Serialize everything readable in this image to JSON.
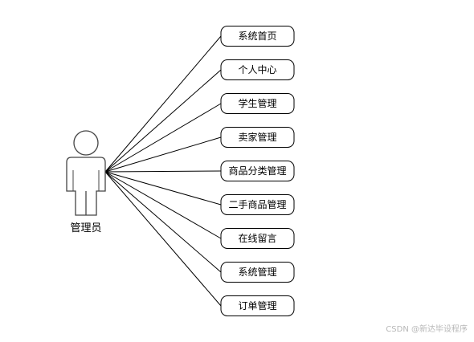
{
  "actor": {
    "label": "管理员",
    "icon": "person-icon"
  },
  "use_cases": [
    {
      "label": "系统首页"
    },
    {
      "label": "个人中心"
    },
    {
      "label": "学生管理"
    },
    {
      "label": "卖家管理"
    },
    {
      "label": "商品分类管理"
    },
    {
      "label": "二手商品管理"
    },
    {
      "label": "在线留言"
    },
    {
      "label": "系统管理"
    },
    {
      "label": "订单管理"
    }
  ],
  "watermark": "CSDN @新达毕设程序",
  "colors": {
    "stroke": "#000000",
    "actor_fill": "#ffffff",
    "box_fill": "#ffffff",
    "watermark": "#b8b8b8"
  }
}
